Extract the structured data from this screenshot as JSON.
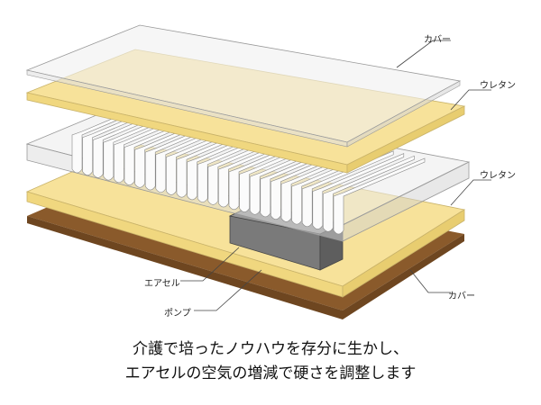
{
  "labels": {
    "cover_top": "カバー",
    "urethane_top": "ウレタン",
    "urethane_bottom": "ウレタン",
    "cover_bottom": "カバー",
    "air_cell": "エアセル",
    "pump": "ポンプ"
  },
  "caption": {
    "line1": "介護で培ったノウハウを存分に生かし、",
    "line2": "エアセルの空気の増減で硬さを調整します"
  },
  "colors": {
    "urethane": "#f7e29a",
    "cover": "#f2f2f2",
    "base": "#8a5a2b",
    "pump": "#777777"
  }
}
